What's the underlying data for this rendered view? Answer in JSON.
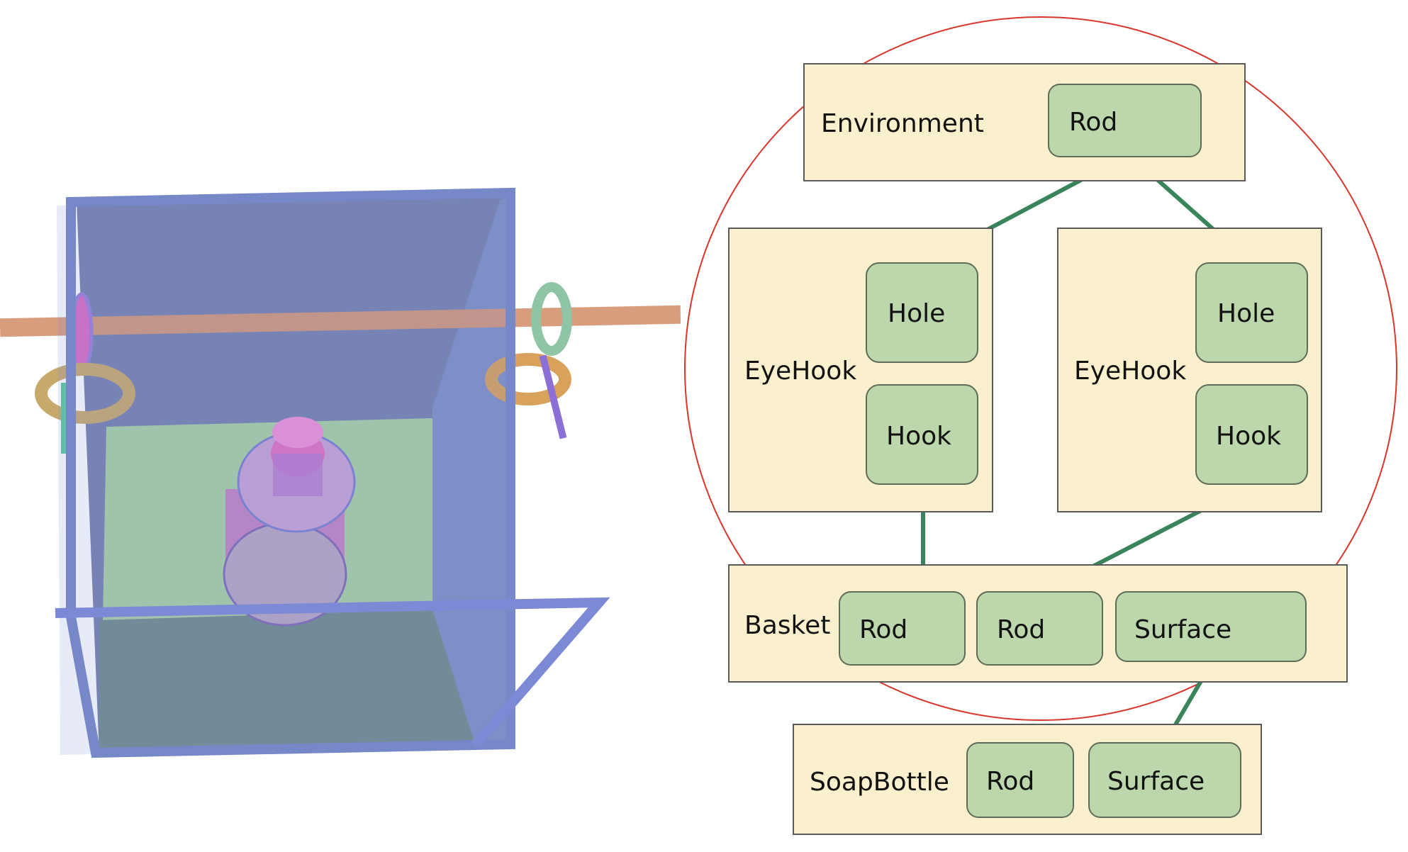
{
  "colors": {
    "group_fill": "#fbf0cd",
    "group_stroke": "#5a5a5a",
    "node_fill": "#bbd7ab",
    "node_stroke": "#5f6a58",
    "edge": "#3a845b",
    "circle": "#d9352c",
    "box": "#7788c8",
    "floor": "#a9cfa3",
    "rod": "#d69876",
    "bottle": "#cc66cc"
  },
  "groups": {
    "environment": "Environment",
    "eyehook_left": "EyeHook",
    "eyehook_right": "EyeHook",
    "basket": "Basket",
    "soapbottle": "SoapBottle"
  },
  "nodes": {
    "env_rod": "Rod",
    "left_hole": "Hole",
    "left_hook": "Hook",
    "right_hole": "Hole",
    "right_hook": "Hook",
    "basket_rod_1": "Rod",
    "basket_rod_2": "Rod",
    "basket_surface": "Surface",
    "soap_rod": "Rod",
    "soap_surface": "Surface"
  }
}
